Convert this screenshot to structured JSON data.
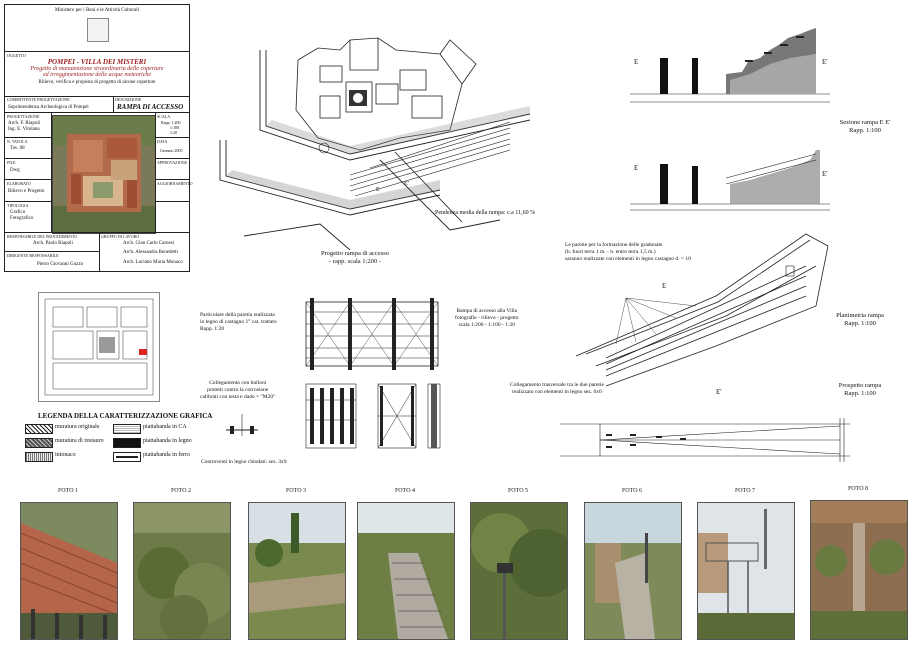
{
  "title_block": {
    "ministry": "Ministero per i Beni e le Attività Culturali",
    "oggetto_label": "OGGETTO",
    "site": "POMPEI - VILLA DEI MISTERI",
    "project_l1": "Progetto di manutenzione straordinaria delle coperture",
    "project_l2": "ed irreggimentazione delle acque meteoriche",
    "project_l3": "Rilievo, verifica e proposta di progetto di alcune coperture",
    "committente_label": "COMMITTENTE PROGETTAZIONE",
    "committente": "Soprintendenza Archeologica di Pompei",
    "descrizione_label": "DESCRIZIONE",
    "descrizione": "RAMPA DI ACCESSO",
    "progettazione_label": "PROGETTAZIONE",
    "progettisti": [
      "Arch. F. Riapoli",
      "Ing. E. Vitolano"
    ],
    "scala_label": "SCALA",
    "scala": [
      "Rapp. 1:200",
      "1:100",
      "1:20"
    ],
    "tavola_label": "N. TAVOLA",
    "tavola": "Tav. 08",
    "data_label": "DATA",
    "data": "Gennaio 2005",
    "file_label": "FILE",
    "file": "Dwg",
    "approvazione_label": "APPROVAZIONE",
    "elaborato_label": "ELABORATO",
    "elaborato": "Rilievo e Progetto",
    "aggiornamento_label": "AGGIORNAMENTO",
    "tipologia_label": "TIPOLOGIA",
    "tipologia": [
      "Grafico",
      "Fotografico"
    ],
    "responsabile_label": "RESPONSABILE DEL PROCEDIMENTO",
    "responsabile": "Arch. Paolo Riapoli",
    "gruppo_label": "GRUPPO DI LAVORO",
    "gruppo": [
      "Arch. Gian Carlo Carnesi",
      "Arch. Alessandra Benedetti",
      "Arch. Luciano Maria Monaco"
    ],
    "dirigente_label": "DIRIGENTE RESPONSABILE",
    "dirigente": "Pietro Giovanni Guzzo"
  },
  "drawings": {
    "plan_caption": [
      "Progetto rampa di accesso",
      "- rapp. scala 1:200 -"
    ],
    "slope_note": "Pendenza media della rampa: c.a 11,60 %",
    "section_ee_label": "Sezione rampa E E'",
    "section_ee_scale": "Rapp. 1:100",
    "note_pareti": [
      "Le paretie per la formazione delle gradonate",
      "(h. fuori terra 1 m. - h. entro terra 1,5 m.)",
      "saranno realizzate con elementi in legno castagno d. = 10"
    ],
    "planimetria_label": "Planimetria rampa",
    "planimetria_scale": "Rapp. 1:100",
    "particolare": [
      "Particolare della paretia realizzata",
      "in legno di castagno 1° cat. trattato",
      "Rapp. 1:20"
    ],
    "rampa_note": [
      "Rampa di accesso alla Villa",
      "fotografie - rilievo - progetto",
      "scala 1:200 - 1:100 - 1:20"
    ],
    "collegamento_bulloni": [
      "Collegamento con bulloni",
      "protetti contro la corrosione",
      "calibrati con testa e dado = \"M20\""
    ],
    "controventi": "Controventi in legno chiodati: sez. 3x9",
    "collegamento_trasversale": [
      "Collegamento trasversale tra le due paretie",
      "realizzato con elementi in legno sez. 6x6"
    ],
    "prospetto_label": "Prospetto rampa",
    "prospetto_scale": "Rapp. 1:100",
    "section_marker_e": "E",
    "section_marker_e2": "E'"
  },
  "legend": {
    "title": "LEGENDA DELLA CARATTERIZZAZIONE GRAFICA",
    "items": [
      {
        "label": "muratura originale"
      },
      {
        "label": "piattabanda in CA"
      },
      {
        "label": "muratura di restauro"
      },
      {
        "label": "piattabanda in legno"
      },
      {
        "label": "intonaco"
      },
      {
        "label": "piattabanda in ferro"
      }
    ]
  },
  "photos": [
    {
      "label": "FOTO 1"
    },
    {
      "label": "FOTO 2"
    },
    {
      "label": "FOTO 3"
    },
    {
      "label": "FOTO 4"
    },
    {
      "label": "FOTO 5"
    },
    {
      "label": "FOTO 6"
    },
    {
      "label": "FOTO 7"
    },
    {
      "label": "FOTO 8"
    }
  ]
}
